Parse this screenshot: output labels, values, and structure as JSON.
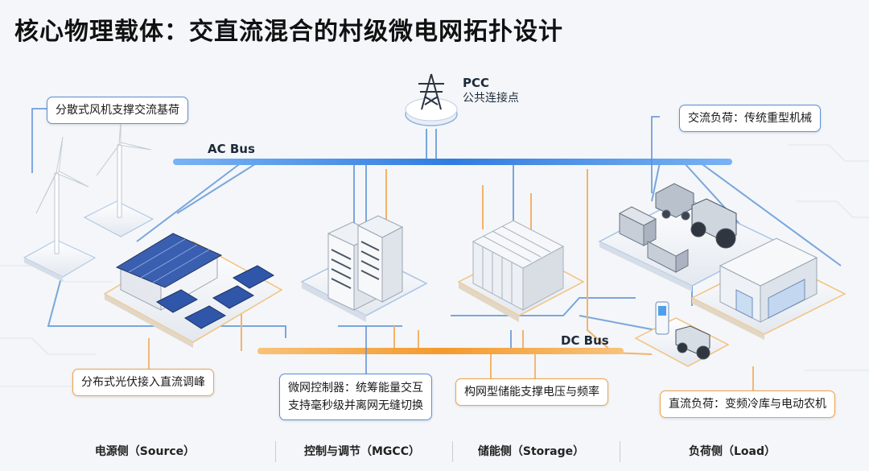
{
  "title": "核心物理载体：交直流混合的村级微电网拓扑设计",
  "pcc": {
    "label": "PCC",
    "sublabel": "公共连接点"
  },
  "buses": {
    "ac": "AC Bus",
    "dc": "DC Bus"
  },
  "callouts": {
    "wind": "分散式风机支撑交流基荷",
    "ac_load": "交流负荷：传统重型机械",
    "pv": "分布式光伏接入直流调峰",
    "mgcc_line1": "微网控制器：统筹能量交互",
    "mgcc_line2": "支持毫秒级并离网无缝切换",
    "storage": "构网型储能支撑电压与频率",
    "dc_load": "直流负荷：变频冷库与电动农机"
  },
  "footer": {
    "source": "电源侧（Source）",
    "control": "控制与调节（MGCC）",
    "storage": "储能侧（Storage）",
    "load": "负荷侧（Load）"
  },
  "colors": {
    "ac_bus": "#3a86e8",
    "dc_bus": "#f39a2b",
    "ac_line": "#7aa6dc",
    "dc_line": "#f2b36a",
    "callout_blue": "#5c8fd6",
    "callout_orange": "#f0a24a"
  },
  "icons": [
    "pcc-tower-icon",
    "wind-turbine-icon",
    "solar-house-icon",
    "server-rack-icon",
    "battery-storage-icon",
    "tractor-icon",
    "harvester-icon",
    "cold-storage-building-icon",
    "ev-charger-icon"
  ]
}
